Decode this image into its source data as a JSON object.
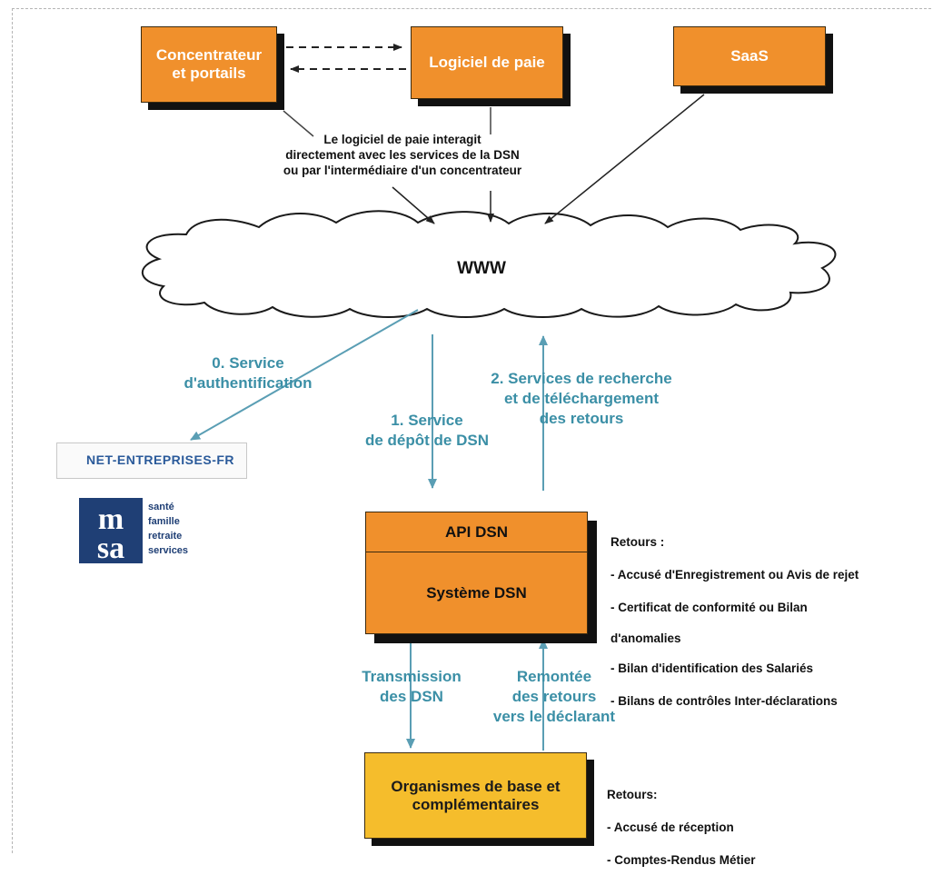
{
  "nodes": {
    "concentrateur": "Concentrateur\net portails",
    "logiciel": "Logiciel de paie",
    "saas": "SaaS",
    "www": "WWW",
    "api_dsn": "API DSN",
    "systeme_dsn": "Système DSN",
    "organismes": "Organismes de base et\ncomplémentaires"
  },
  "annotations": {
    "logiciel_note": "Le logiciel de paie interagit\ndirectement avec les services de la DSN\nou par l'intermédiaire d'un concentrateur",
    "service_auth": "0. Service\nd'authentification",
    "service_depot": "1. Service\nde dépôt de DSN",
    "services_recherche": "2. Services de recherche\net de téléchargement\ndes retours",
    "transmission": "Transmission\ndes DSN",
    "remontee": "Remontée\ndes retours\nvers le déclarant"
  },
  "retours_api": {
    "title": "Retours :",
    "items": [
      "- Accusé d'Enregistrement ou Avis de rejet",
      "- Certificat de conformité ou Bilan",
      "d'anomalies",
      "- Bilan d'identification des Salariés",
      "- Bilans de contrôles Inter-déclarations"
    ]
  },
  "retours_org": {
    "title": "Retours:",
    "items": [
      "- Accusé de réception",
      "- Comptes-Rendus Métier"
    ]
  },
  "logos": {
    "net_entreprises": "NET-ENTREPRISES-FR",
    "msa_lines": [
      "santé",
      "famille",
      "retraite",
      "services"
    ]
  },
  "colors": {
    "orange": "#f0902c",
    "yellow": "#f5bd2c",
    "arrow_blue": "#5a9eb4",
    "text_blue": "#3b8fa6"
  }
}
